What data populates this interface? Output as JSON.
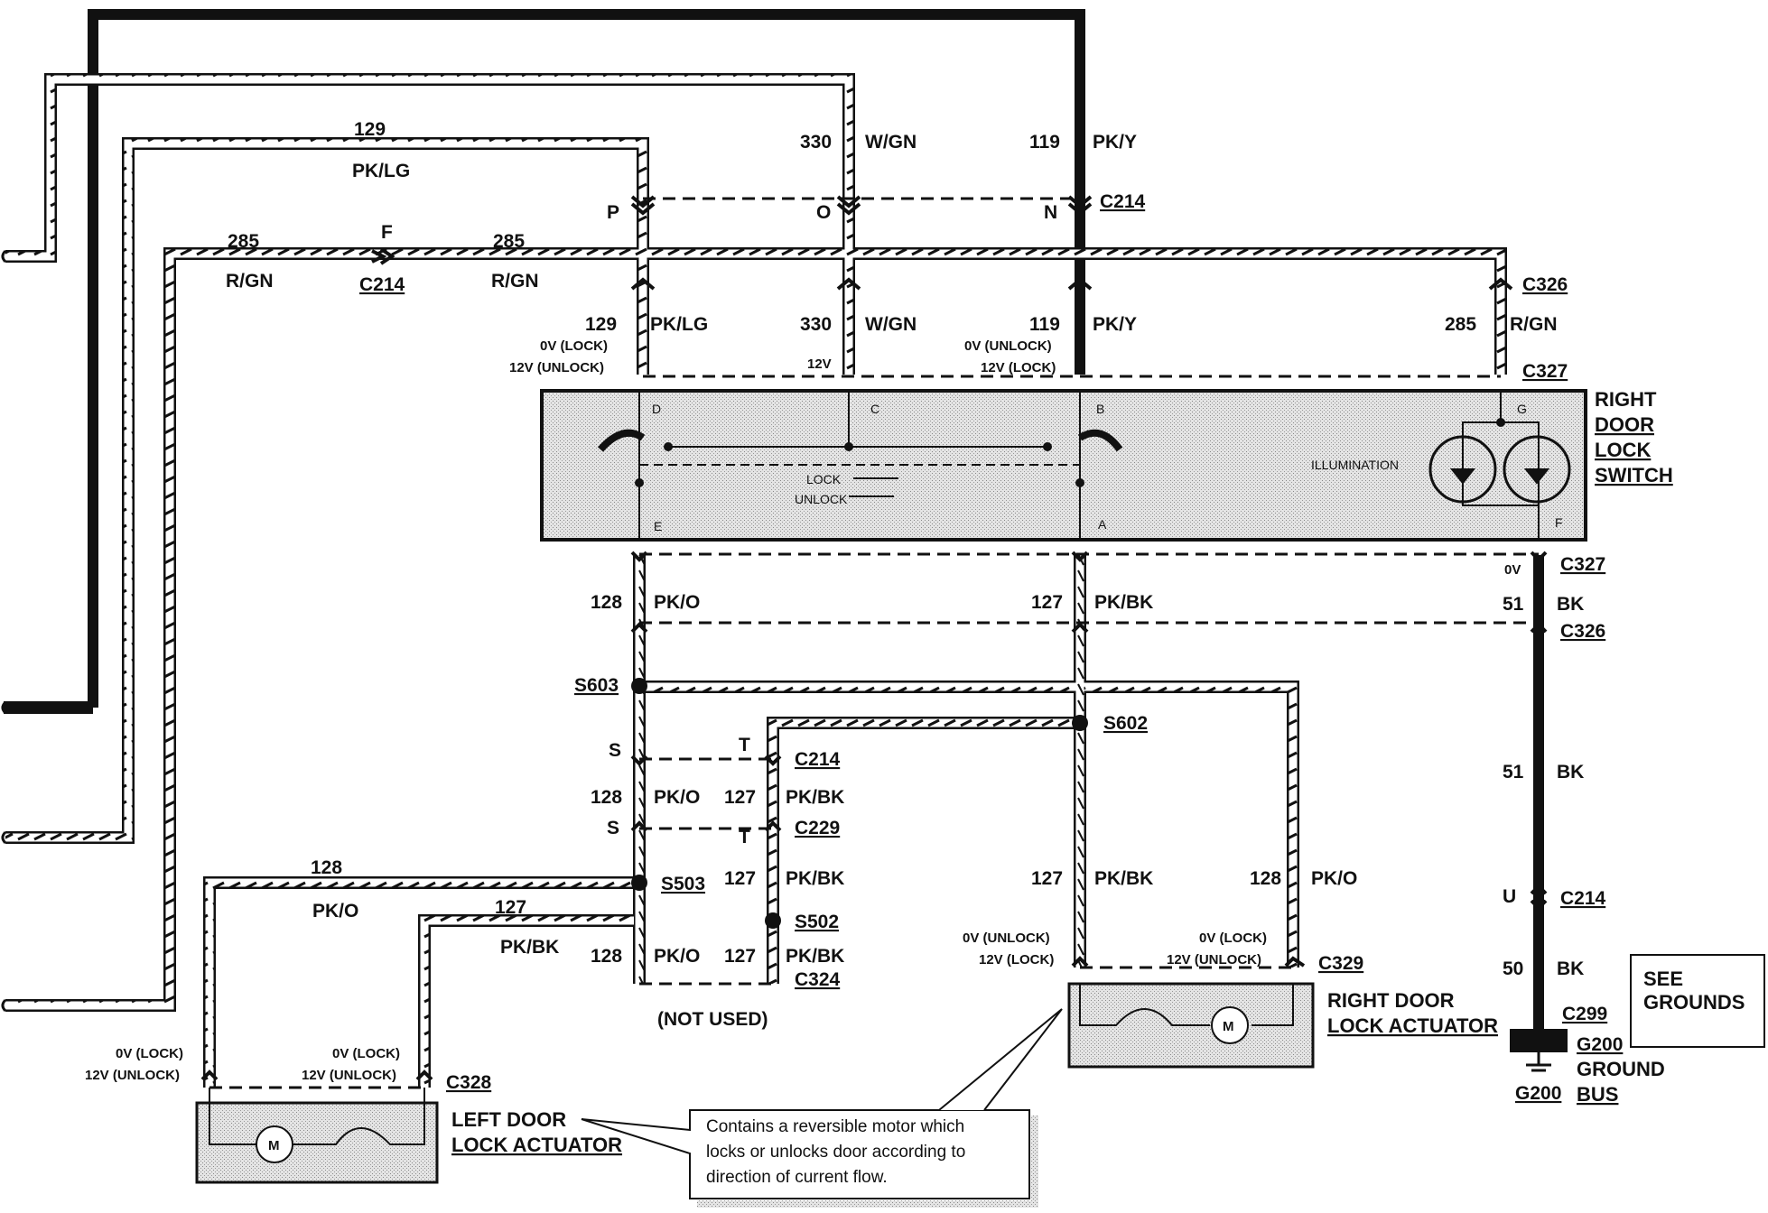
{
  "diagram": {
    "wires": {
      "w129_top_num": "129",
      "w129_top_color": "PK/LG",
      "w330_top_num": "330",
      "w330_top_color": "W/GN",
      "w119_top_num": "119",
      "w119_top_color": "PK/Y",
      "w285_left_num": "285",
      "w285_left_color": "R/GN",
      "w285_mid_num": "285",
      "w285_mid_color": "R/GN",
      "w129_low_num": "129",
      "w129_low_color": "PK/LG",
      "w330_low_num": "330",
      "w330_low_color": "W/GN",
      "w119_low_num": "119",
      "w119_low_color": "PK/Y",
      "w285_right_num": "285",
      "w285_right_color": "R/GN",
      "w128_a_num": "128",
      "w128_a_color": "PK/O",
      "w127_a_num": "127",
      "w127_a_color": "PK/BK",
      "w51_a_num": "51",
      "w51_a_color": "BK",
      "w51_b_num": "51",
      "w51_b_color": "BK",
      "w128_b_num": "128",
      "w128_b_color": "PK/O",
      "w127_b_num": "127",
      "w127_b_color": "PK/BK",
      "w127_c_num": "127",
      "w127_c_color": "PK/BK",
      "w127_d_num": "127",
      "w127_d_color": "PK/BK",
      "w128_d_num": "128",
      "w128_d_color": "PK/O",
      "w128_e_num": "128",
      "w128_e_color": "PK/O",
      "w127_e_num": "127",
      "w127_e_color": "PK/BK",
      "w128_left_num": "128",
      "w128_left_color": "PK/O",
      "w127_left_num": "127",
      "w127_left_color": "PK/BK",
      "w50_num": "50",
      "w50_color": "BK"
    },
    "connectors": {
      "c214_top": "C214",
      "c214_left": "C214",
      "c326_a": "C326",
      "c327_a": "C327",
      "c327_b": "C327",
      "c326_b": "C326",
      "c214_mid": "C214",
      "c229": "C229",
      "c324": "C324",
      "c329": "C329",
      "c328": "C328",
      "c214_right": "C214",
      "c299": "C299",
      "g200_a": "G200",
      "g200_b": "G200"
    },
    "pins": {
      "P": "P",
      "O": "O",
      "N": "N",
      "F": "F",
      "S1": "S",
      "T1": "T",
      "S2": "S",
      "T2": "T",
      "U": "U",
      "D": "D",
      "C": "C",
      "B": "B",
      "G": "G",
      "E": "E",
      "A": "A",
      "Fsw": "F"
    },
    "splices": {
      "s603": "S603",
      "s602": "S602",
      "s503": "S503",
      "s502": "S502"
    },
    "voltages": {
      "v129": "0V (LOCK)",
      "v129b": "12V (UNLOCK)",
      "v330": "12V",
      "v119": "0V (UNLOCK)",
      "v119b": "12V (LOCK)",
      "v0v": "0V",
      "vr1": "0V (UNLOCK)",
      "vr2": "12V (LOCK)",
      "vr3": "0V (LOCK)",
      "vr4": "12V (UNLOCK)",
      "vl1": "0V (LOCK)",
      "vl2": "12V (UNLOCK)",
      "vl3": "0V (LOCK)",
      "vl4": "12V (UNLOCK)"
    },
    "switch": {
      "title_1": "RIGHT",
      "title_2": "DOOR",
      "title_3": "LOCK",
      "title_4": "SWITCH",
      "lock": "LOCK",
      "unlock": "UNLOCK",
      "illumination": "ILLUMINATION"
    },
    "components": {
      "right_actuator_1": "RIGHT DOOR",
      "right_actuator_2": "LOCK ACTUATOR",
      "left_actuator_1": "LEFT DOOR",
      "left_actuator_2": "LOCK ACTUATOR",
      "ground_bus_1": "GROUND",
      "ground_bus_2": "BUS",
      "motor": "M",
      "not_used": "(NOT USED)"
    },
    "see_grounds_1": "SEE",
    "see_grounds_2": "GROUNDS",
    "note_1": "Contains a reversible motor which",
    "note_2": "locks or unlocks door according to",
    "note_3": "direction of current flow."
  }
}
